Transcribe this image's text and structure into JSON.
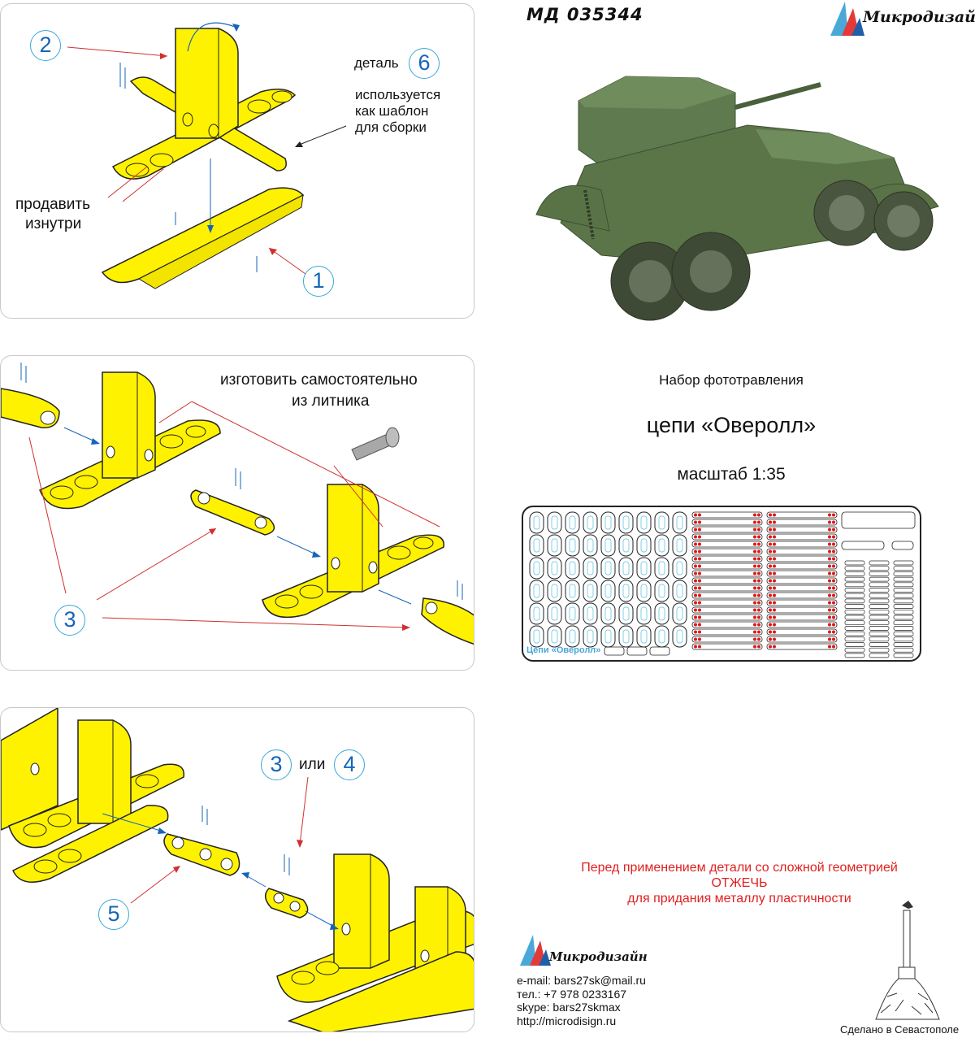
{
  "header": {
    "code": "МД 035344",
    "brand_name": "Микродизайн"
  },
  "panel1": {
    "callouts": [
      "2",
      "6",
      "1"
    ],
    "detail_prefix": "деталь",
    "note_lines": [
      "используется",
      "как шаблон",
      "для сборки"
    ],
    "press_lines": [
      "продавить",
      "изнутри"
    ]
  },
  "panel2": {
    "make_lines": [
      "изготовить самостоятельно",
      "из литника"
    ],
    "callout": "3"
  },
  "panel3": {
    "callout_a": "3",
    "or_text": "или",
    "callout_b": "4",
    "callout_c": "5"
  },
  "product": {
    "kit_type": "Набор фототравления",
    "name": "цепи «Оверолл»",
    "scale": "масштаб 1:35"
  },
  "fret": {
    "label": "Цепи «Оверолл»",
    "colors": {
      "outline": "#222222",
      "link": "#7fd0e8",
      "dot": "#e01818"
    }
  },
  "warning": {
    "line1": "Перед применением детали со сложной геометрией",
    "line2": "ОТЖЕЧЬ",
    "line3": "для придания металлу пластичности"
  },
  "contacts": {
    "brand_name": "Микродизайн",
    "email": "e-mail: bars27sk@mail.ru",
    "phone": "тел.: +7 978 0233167",
    "skype": "skype: bars27skmax",
    "site": "http://microdisign.ru"
  },
  "footer": {
    "made_in": "Сделано в Севастополе"
  },
  "colors": {
    "part_fill": "#fff200",
    "callout_blue": "#1565b8",
    "arrow_red": "#d03030",
    "tank_green": "#556b45"
  }
}
